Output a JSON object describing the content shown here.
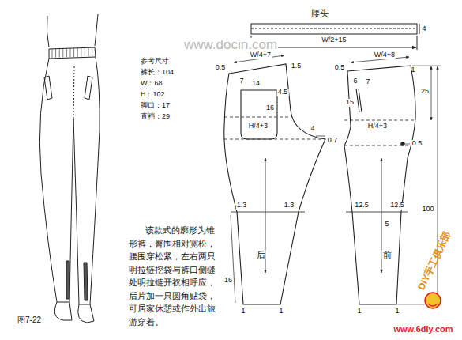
{
  "diagram": {
    "caption": "图7-22",
    "labels": [
      "腰头",
      "4",
      "W/2+15",
      "www.docin.com",
      "参考尺寸",
      "裤长：104",
      "W：68",
      "H：102",
      "脚口：17",
      "直裆：29",
      "该款式的廓形为锥形裤，臀围相对宽松，腰围穿松紧，左右两只明拉链挖袋与裤口侧缝处明拉链开衩相呼应，后片加一只圆角贴袋，可居家休憩或作外出旅游穿着。",
      "0.5",
      "W/4+7",
      "1.5",
      "7",
      "14",
      "4.5",
      "16",
      "H/4+3",
      "4",
      "0.7",
      "1.3",
      "1.3",
      "后",
      "16",
      "1",
      "1",
      "0.5",
      "W/4+8",
      "1",
      "6",
      "7",
      "15",
      "H/4+3",
      "25",
      "0.5",
      "12.5",
      "12.5",
      "5",
      "前",
      "100",
      "1",
      "1",
      "DIY手工俱乐部",
      "www.6diy.com"
    ]
  }
}
